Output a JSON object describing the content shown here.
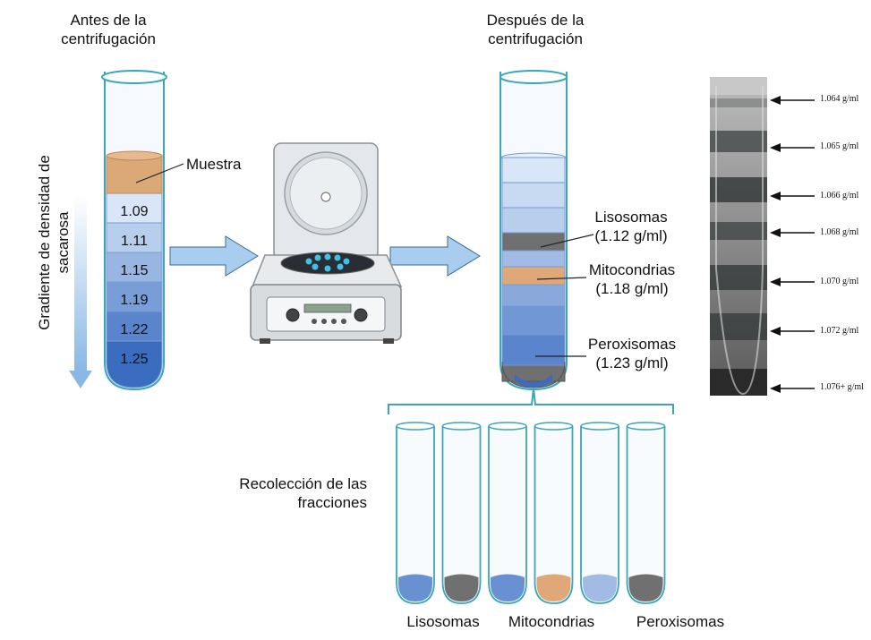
{
  "titles": {
    "before": [
      "Antes de la",
      "centrifugación"
    ],
    "after": [
      "Después de la",
      "centrifugación"
    ]
  },
  "axis": {
    "gradient_label": [
      "Gradiente de densidad de",
      "sacarosa"
    ]
  },
  "sample_label": "Muestra",
  "gradient_values": [
    "1.09",
    "1.11",
    "1.15",
    "1.19",
    "1.22",
    "1.25"
  ],
  "bands": [
    {
      "name": "Lisosomas",
      "density": "(1.12 g/ml)"
    },
    {
      "name": "Mitocondrias",
      "density": "(1.18 g/ml)"
    },
    {
      "name": "Peroxisomas",
      "density": "(1.23 g/ml)"
    }
  ],
  "photo_labels": [
    "1.064 g/ml",
    "1.065 g/ml",
    "1.066 g/ml",
    "1.068 g/ml",
    "1.070 g/ml",
    "1.072 g/ml",
    "1.076+ g/ml"
  ],
  "collection": {
    "title": [
      "Recolección de las",
      "fracciones"
    ],
    "tube_labels": [
      "Lisosomas",
      "Mitocondrias",
      "Peroxisomas"
    ]
  },
  "colors": {
    "sample": "#dba878",
    "band_gray": "#707070",
    "band_orange": "#e0a878",
    "blue_light": "#d8e6f8",
    "blue_dark": "#3a6cc0",
    "tube_outline": "#3aa6b8",
    "arrow_fill": "#a8cdef"
  }
}
